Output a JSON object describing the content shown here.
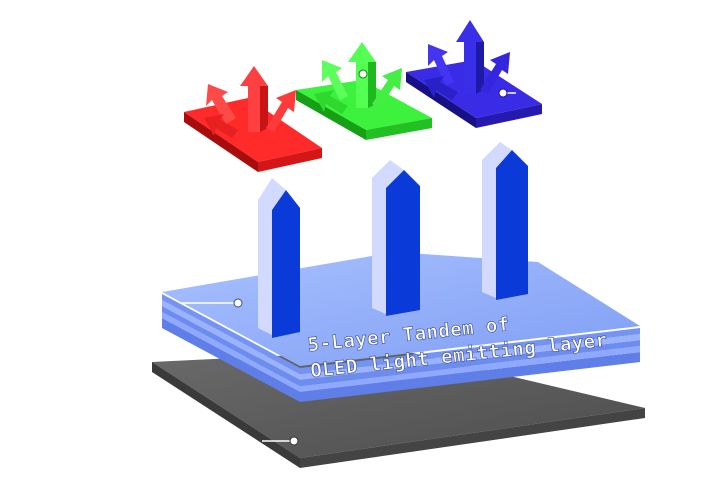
{
  "caption": {
    "line1": "5-Layer Tandem of",
    "line2": "OLED light emitting layer"
  },
  "pixels": [
    {
      "color_name": "red",
      "top": "#ff2a2a",
      "side": "#b30d0d",
      "arrow": "#ff4040",
      "arrow_shade": "#c81414"
    },
    {
      "color_name": "green",
      "top": "#3cf23c",
      "side": "#18a818",
      "arrow": "#52ff52",
      "arrow_shade": "#1fb81f"
    },
    {
      "color_name": "blue",
      "top": "#3a2ce6",
      "side": "#1a1396",
      "arrow": "#3a2ee8",
      "arrow_shade": "#1e1aa8"
    }
  ],
  "colors": {
    "substrate_top": "#585858",
    "substrate_side": "#3e3e3e",
    "stack_top": "#8fb1ff",
    "stack_layer": "#6f8ef0",
    "stack_edge": "#4763d9",
    "pillar_front": "#0a3bd8",
    "pillar_side": "#c9d2ff",
    "pointer": "#ffffff"
  },
  "icons": [
    "emission-arrows-icon",
    "light-pillar-icon",
    "callout-pointer-icon"
  ]
}
